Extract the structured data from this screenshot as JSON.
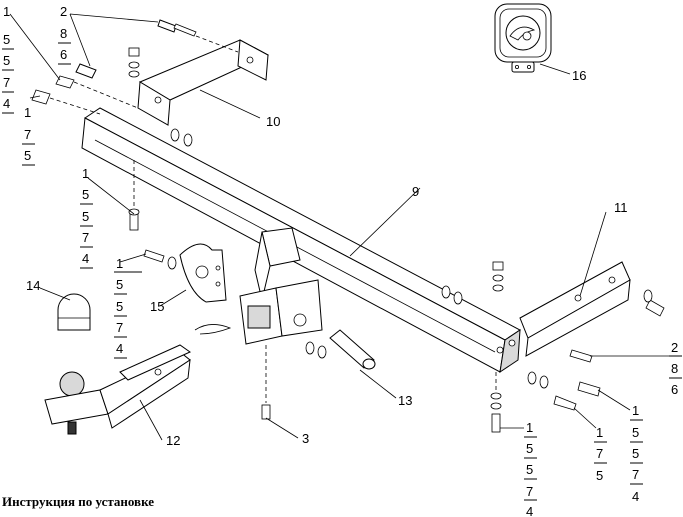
{
  "caption": "Инструкция по установке",
  "callouts": {
    "ball": "14",
    "bracket_plate": "15",
    "ball_mount": "12",
    "bolt_bottom": "3",
    "beam": "9",
    "side_bracket_left": "10",
    "side_bracket_right": "11",
    "pin": "13",
    "badge": "16"
  },
  "stacks": {
    "top_left_a": [
      "1",
      "5",
      "5",
      "7",
      "4"
    ],
    "top_left_b": [
      "2",
      "8",
      "6"
    ],
    "left_mid": [
      "1",
      "7",
      "5"
    ],
    "left_lower": [
      "1",
      "5",
      "5",
      "7",
      "4"
    ],
    "center_left": [
      "1",
      "5",
      "5",
      "7",
      "4"
    ],
    "right_a": [
      "2",
      "8",
      "6"
    ],
    "right_b": [
      "1",
      "5",
      "5",
      "7",
      "4"
    ],
    "right_c": [
      "1",
      "7",
      "5"
    ],
    "bottom_right": [
      "1",
      "5",
      "5",
      "7",
      "4"
    ]
  },
  "icons": {
    "badge_logo": "skoda-logo-icon"
  }
}
